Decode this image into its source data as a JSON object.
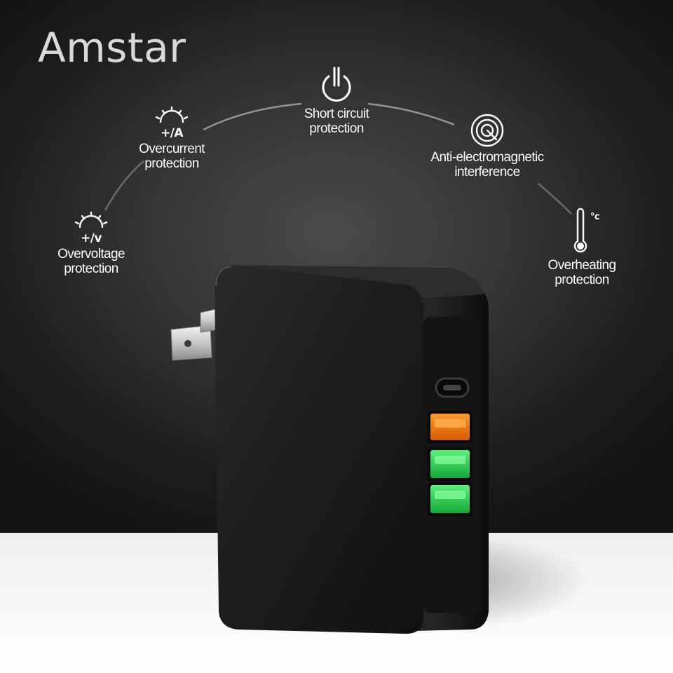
{
  "brand": {
    "name": "Amstar"
  },
  "features": [
    {
      "id": "overvoltage",
      "icon": "overvoltage-icon",
      "icon_text": "+/v",
      "line1": "Overvoltage",
      "line2": "protection"
    },
    {
      "id": "overcurrent",
      "icon": "overcurrent-icon",
      "icon_text": "+/A",
      "line1": "Overcurrent",
      "line2": "protection"
    },
    {
      "id": "short-circuit",
      "icon": "power-icon",
      "line1": "Short circuit",
      "line2": "protection"
    },
    {
      "id": "anti-emi",
      "icon": "emi-icon",
      "line1": "Anti-electromagnetic",
      "line2": "interference"
    },
    {
      "id": "overheating",
      "icon": "thermometer-icon",
      "icon_text": "°c",
      "line1": "Overheating",
      "line2": "protection"
    }
  ],
  "colors": {
    "port_qc": "#f07a10",
    "port_usb": "#2fd65a",
    "body": "#1a1a1a"
  }
}
